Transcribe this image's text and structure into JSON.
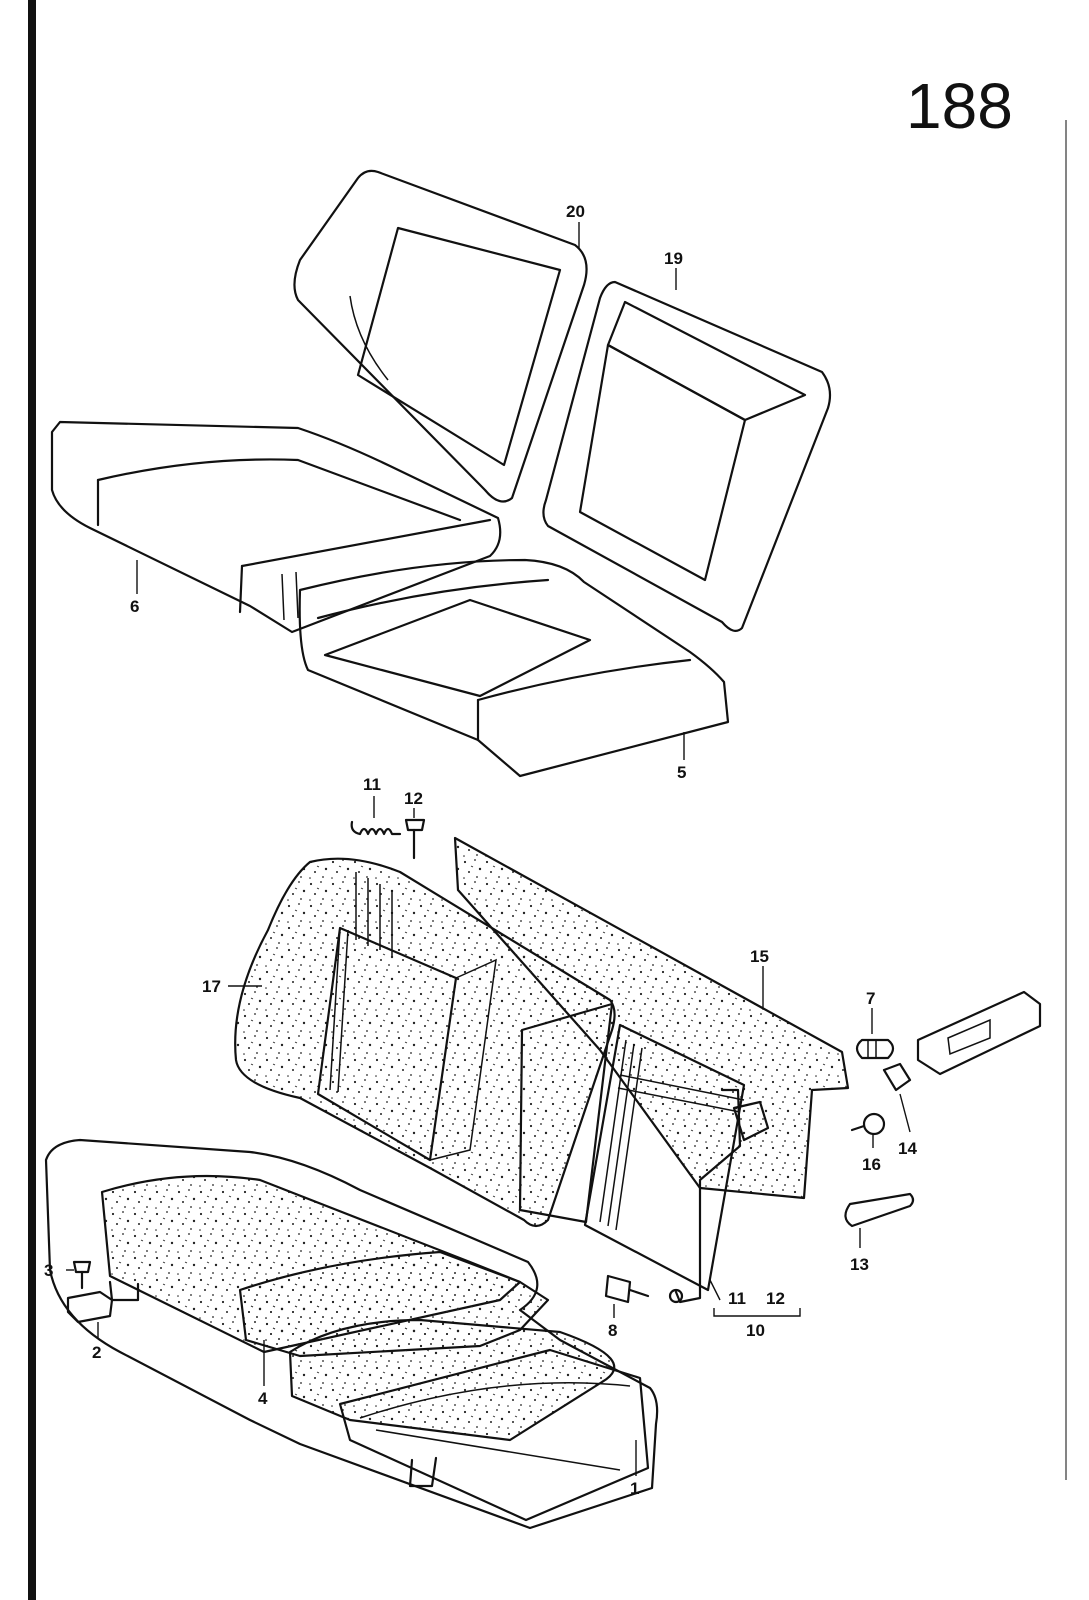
{
  "page_number": "188",
  "callouts": {
    "c1": "1",
    "c2": "2",
    "c3": "3",
    "c4": "4",
    "c5": "5",
    "c6": "6",
    "c7": "7",
    "c8": "8",
    "c10": "10",
    "c11_top": "11",
    "c11_bottom": "11",
    "c12_top": "12",
    "c12_bottom": "12",
    "c13": "13",
    "c14": "14",
    "c15": "15",
    "c16": "16",
    "c17": "17",
    "c19": "19",
    "c20": "20"
  }
}
